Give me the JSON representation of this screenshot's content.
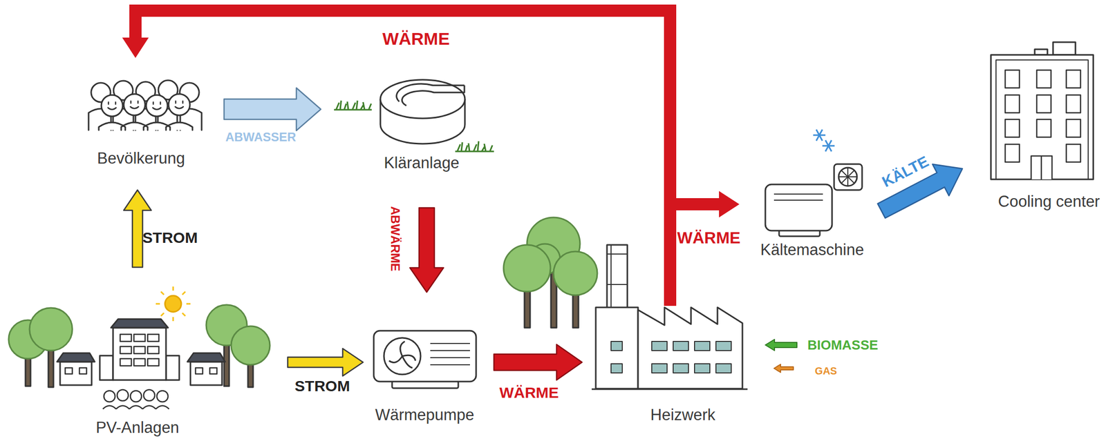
{
  "diagram": {
    "nodes": [
      {
        "text": [
          "Bevölkerung"
        ]
      },
      {
        "text": [
          "Kläranlage"
        ]
      },
      {
        "text": [
          "Kältemaschine"
        ]
      },
      {
        "text": [
          "Cooling center"
        ]
      },
      {
        "text": [
          "PV-Anlagen"
        ]
      },
      {
        "text": [
          "Wärmepumpe"
        ]
      },
      {
        "text": [
          "Heizwerk"
        ]
      }
    ],
    "edges": [
      {
        "from": 4,
        "to": 0,
        "arrow": "to",
        "label": "STROM"
      },
      {
        "from": 0,
        "to": 1,
        "arrow": "to",
        "label": "ABWASSER"
      },
      {
        "from": 1,
        "to": 5,
        "arrow": "to",
        "label": "ABWÄRME"
      },
      {
        "from": 4,
        "to": 5,
        "arrow": "to",
        "label": "STROM"
      },
      {
        "from": 5,
        "to": 6,
        "arrow": "to",
        "label": "WÄRME"
      },
      {
        "from": 6,
        "to": 0,
        "arrow": "to",
        "label": "WÄRME"
      },
      {
        "from": 6,
        "to": 2,
        "arrow": "to",
        "label": "WÄRME"
      },
      {
        "from": 2,
        "to": 3,
        "arrow": "to",
        "label": "KÄLTE"
      }
    ],
    "labels": [
      "BIOMASSE",
      "GAS"
    ]
  }
}
